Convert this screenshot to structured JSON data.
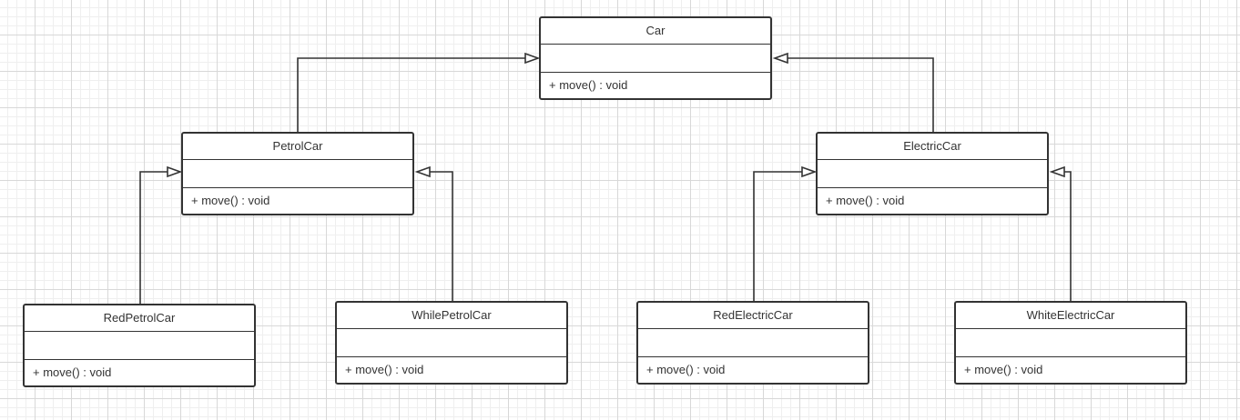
{
  "diagram": {
    "classes": {
      "car": {
        "name": "Car",
        "operation": "+ move() : void"
      },
      "petrol_car": {
        "name": "PetrolCar",
        "operation": "+ move() : void"
      },
      "electric_car": {
        "name": "ElectricCar",
        "operation": "+ move() : void"
      },
      "red_petrol_car": {
        "name": "RedPetrolCar",
        "operation": "+ move() : void"
      },
      "while_petrol_car": {
        "name": "WhilePetrolCar",
        "operation": "+ move() : void"
      },
      "red_electric_car": {
        "name": "RedElectricCar",
        "operation": "+ move() : void"
      },
      "white_electric_car": {
        "name": "WhiteElectricCar",
        "operation": "+ move() : void"
      }
    },
    "relationships": [
      {
        "type": "generalization",
        "from": "PetrolCar",
        "to": "Car"
      },
      {
        "type": "generalization",
        "from": "ElectricCar",
        "to": "Car"
      },
      {
        "type": "generalization",
        "from": "RedPetrolCar",
        "to": "PetrolCar"
      },
      {
        "type": "generalization",
        "from": "WhilePetrolCar",
        "to": "PetrolCar"
      },
      {
        "type": "generalization",
        "from": "RedElectricCar",
        "to": "ElectricCar"
      },
      {
        "type": "generalization",
        "from": "WhiteElectricCar",
        "to": "ElectricCar"
      }
    ],
    "colors": {
      "stroke": "#333333",
      "box_fill": "#ffffff",
      "grid": "#d8d8d8"
    }
  }
}
